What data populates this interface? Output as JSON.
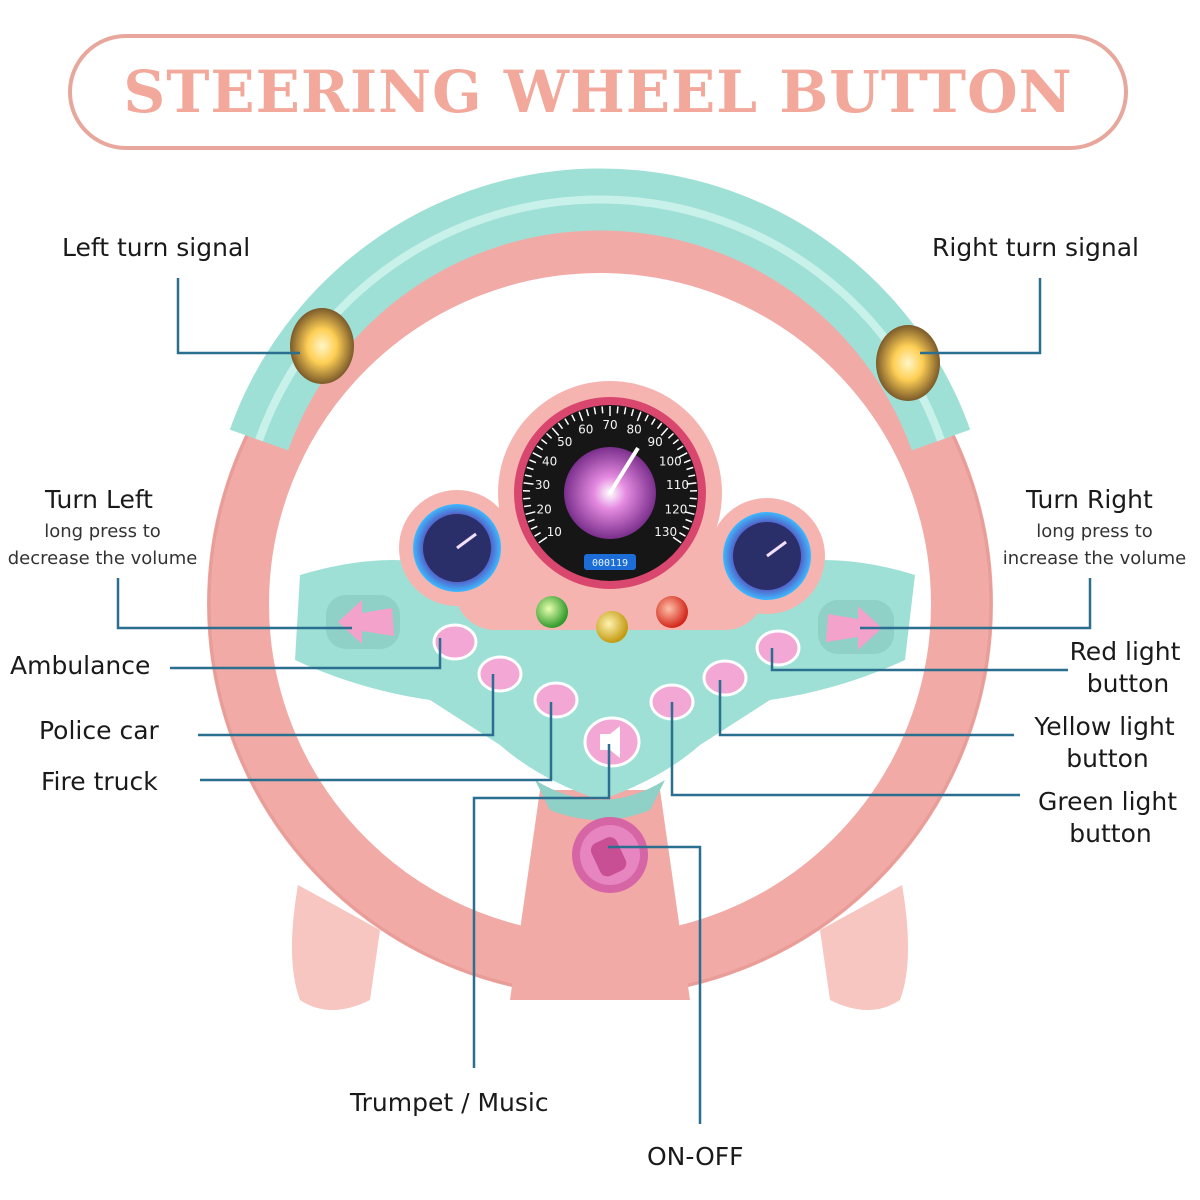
{
  "title": "STEERING WHEEL BUTTON",
  "labels": {
    "left_turn_signal": "Left turn signal",
    "right_turn_signal": "Right turn signal",
    "turn_left": "Turn Left",
    "turn_left_note_1": "long press to",
    "turn_left_note_2": "decrease the volume",
    "turn_right": "Turn Right",
    "turn_right_note_1": "long press to",
    "turn_right_note_2": "increase the volume",
    "ambulance": "Ambulance",
    "police_car": "Police car",
    "fire_truck": "Fire truck",
    "red_light_1": "Red light",
    "red_light_2": "button",
    "yellow_light_1": "Yellow light",
    "yellow_light_2": "button",
    "green_light_1": "Green light",
    "green_light_2": "button",
    "trumpet_music": "Trumpet / Music",
    "on_off": "ON-OFF"
  },
  "speedometer": {
    "ticks": [
      "10",
      "20",
      "30",
      "40",
      "50",
      "60",
      "70",
      "80",
      "90",
      "100",
      "110",
      "120",
      "130"
    ],
    "odometer": "000119"
  },
  "colors": {
    "title": "#f2a89a",
    "pink": "#f1aaa5",
    "mint": "#9fe0d6",
    "leader": "#2a6f8f",
    "button_pink": "#f2a7d4"
  }
}
